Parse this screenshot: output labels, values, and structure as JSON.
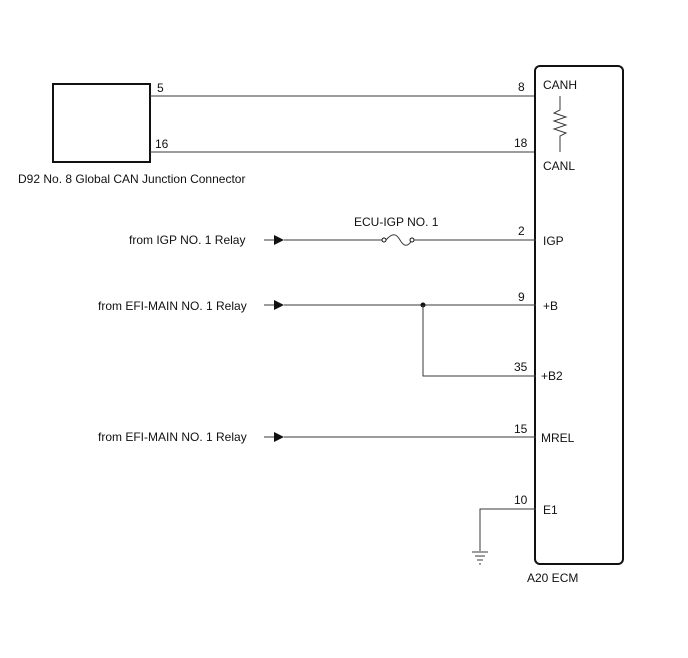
{
  "connector": {
    "label": "D92  No. 8 Global CAN Junction Connector",
    "pins": [
      {
        "number": "5",
        "target_pin": "8"
      },
      {
        "number": "16",
        "target_pin": "18"
      }
    ]
  },
  "ecm": {
    "label": "A20   ECM",
    "terminals": [
      {
        "pin": "8",
        "name": "CANH"
      },
      {
        "pin": "18",
        "name": "CANL"
      },
      {
        "pin": "2",
        "name": "IGP"
      },
      {
        "pin": "9",
        "name": "+B"
      },
      {
        "pin": "35",
        "name": "+B2"
      },
      {
        "pin": "15",
        "name": "MREL"
      },
      {
        "pin": "10",
        "name": "E1"
      }
    ]
  },
  "sources": {
    "igp": "from IGP NO. 1 Relay",
    "efi_main_1": "from EFI-MAIN NO. 1 Relay",
    "efi_main_2": "from EFI-MAIN NO. 1 Relay"
  },
  "fuse": {
    "label": "ECU-IGP NO. 1"
  },
  "colors": {
    "wire": "#3a3a3a",
    "outline": "#111111",
    "background": "#ffffff"
  }
}
